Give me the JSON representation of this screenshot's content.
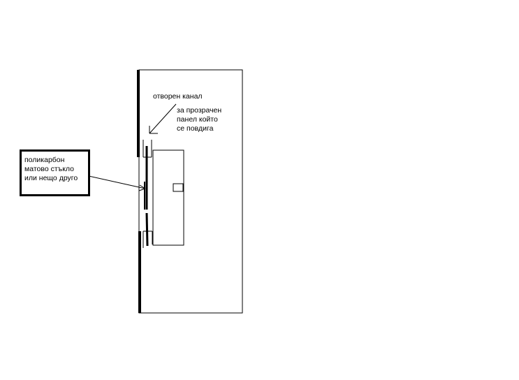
{
  "labels": {
    "open_channel": "отворен канал",
    "panel_lines": [
      "за прозрачен",
      "панел който",
      "се повдига"
    ],
    "material_lines": [
      "поликарбон",
      "матово стъкло",
      "или нещо друго"
    ]
  },
  "colors": {
    "stroke": "#000000",
    "background": "#ffffff"
  }
}
